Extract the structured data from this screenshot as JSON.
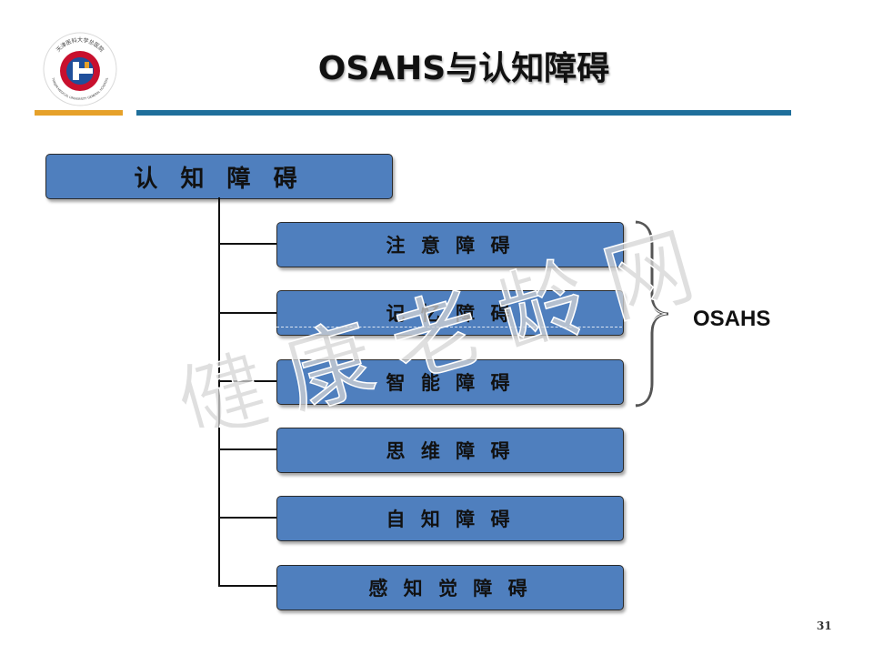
{
  "slide": {
    "title": "OSAHS与认知障碍",
    "page_number": "31"
  },
  "logo": {
    "arc_text_top": "天津医科大学总医院",
    "arc_text_bottom": "TIANJIN MEDICAL UNIVERSITY GENERAL HOSPITAL",
    "colors": {
      "ring": "#c8102e",
      "inner": "#1f4f9b",
      "accent": "#e6a12a"
    }
  },
  "diagram": {
    "root": {
      "label": "认 知 障 碍"
    },
    "children": [
      {
        "label": "注 意 障 碍"
      },
      {
        "label": "记 忆 障 碍"
      },
      {
        "label": "智 能 障 碍"
      },
      {
        "label": "思 维 障 碍"
      },
      {
        "label": "自 知 障 碍"
      },
      {
        "label": "感 知 觉 障 碍"
      }
    ],
    "bracket_label": "OSAHS",
    "colors": {
      "box_fill": "#4f7fbe",
      "connector": "#111111"
    }
  },
  "watermark": {
    "text": "健康老龄网",
    "color": "#c8c8c8"
  },
  "colors": {
    "rule_left": "#e6a12a",
    "rule_right": "#1f6f9b"
  }
}
